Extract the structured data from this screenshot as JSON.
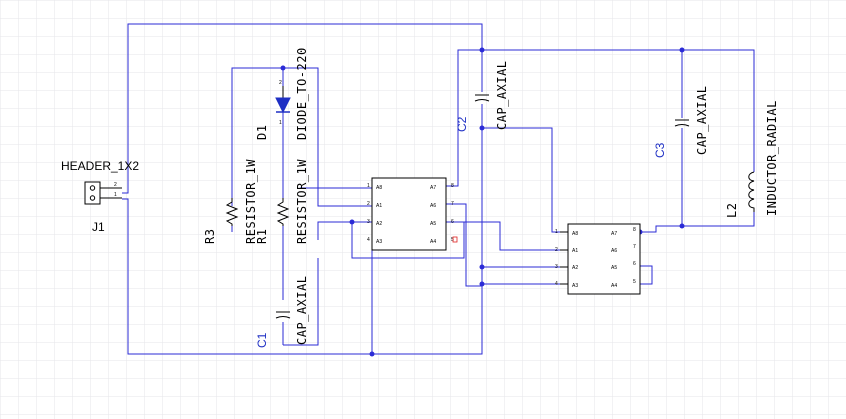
{
  "components": {
    "j1": {
      "ref": "J1",
      "value": "HEADER_1X2",
      "pins": [
        "2",
        "1"
      ]
    },
    "r1": {
      "ref": "R1",
      "value": "RESISTOR_1W"
    },
    "r3": {
      "ref": "R3",
      "value": "RESISTOR_1W"
    },
    "d1": {
      "ref": "D1",
      "value": "DIODE_TO-220",
      "pins": [
        "2",
        "1"
      ]
    },
    "c1": {
      "ref": "C1",
      "value": "CAP_AXIAL"
    },
    "c2": {
      "ref": "C2",
      "value": "CAP_AXIAL"
    },
    "c3": {
      "ref": "C3",
      "value": "CAP_AXIAL"
    },
    "l2": {
      "ref": "L2",
      "value": "INDUCTOR_RADIAL"
    },
    "u1": {
      "left_pins": [
        "1",
        "2",
        "3",
        "4"
      ],
      "left_labels": [
        "A8",
        "A1",
        "A2",
        "A3"
      ],
      "right_pins": [
        "8",
        "7",
        "6",
        "5"
      ],
      "right_labels": [
        "A7",
        "A6",
        "A5",
        "A4"
      ]
    },
    "u2": {
      "left_pins": [
        "1",
        "2",
        "3",
        "4"
      ],
      "left_labels": [
        "A8",
        "A1",
        "A2",
        "A3"
      ],
      "right_pins": [
        "8",
        "7",
        "6",
        "5"
      ],
      "right_labels": [
        "A7",
        "A6",
        "A5",
        "A4"
      ]
    }
  },
  "colors": {
    "wire": "#2b2bd6",
    "grid": "#e6e6ea",
    "diode": "#1e2fc4",
    "pin_marker": "#e02020"
  }
}
